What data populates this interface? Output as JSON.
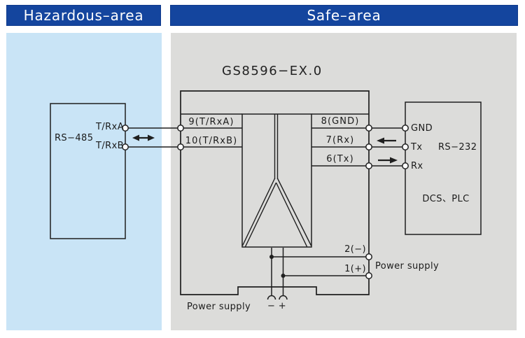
{
  "zones": {
    "hazardous": {
      "title": "Hazardous–area",
      "panel_color": "#c9e4f6"
    },
    "safe": {
      "title": "Safe–area",
      "panel_color": "#dcdcda"
    },
    "header_color": "#14459e"
  },
  "isolator": {
    "model": "GS8596−EX.0",
    "left_terminals": [
      {
        "pin": "9(T/RxA)"
      },
      {
        "pin": "10(T/RxB)"
      }
    ],
    "right_terminals": [
      {
        "pin": "8(GND)"
      },
      {
        "pin": "7(Rx)"
      },
      {
        "pin": "6(Tx)"
      }
    ],
    "power_terminals": [
      {
        "pin": "2(−)"
      },
      {
        "pin": "1(+)"
      }
    ],
    "power_label_side": "Power supply",
    "power_label_bottom": "Power supply",
    "power_polarity": "− +"
  },
  "field_device": {
    "bus": "RS−485",
    "terminals": [
      {
        "name": "T/RxA"
      },
      {
        "name": "T/RxB"
      }
    ]
  },
  "control_system": {
    "bus": "RS−232",
    "terminals": [
      {
        "name": "GND"
      },
      {
        "name": "Tx"
      },
      {
        "name": "Rx"
      }
    ],
    "system": "DCS、PLC"
  },
  "line_color": "#1f1f1f"
}
